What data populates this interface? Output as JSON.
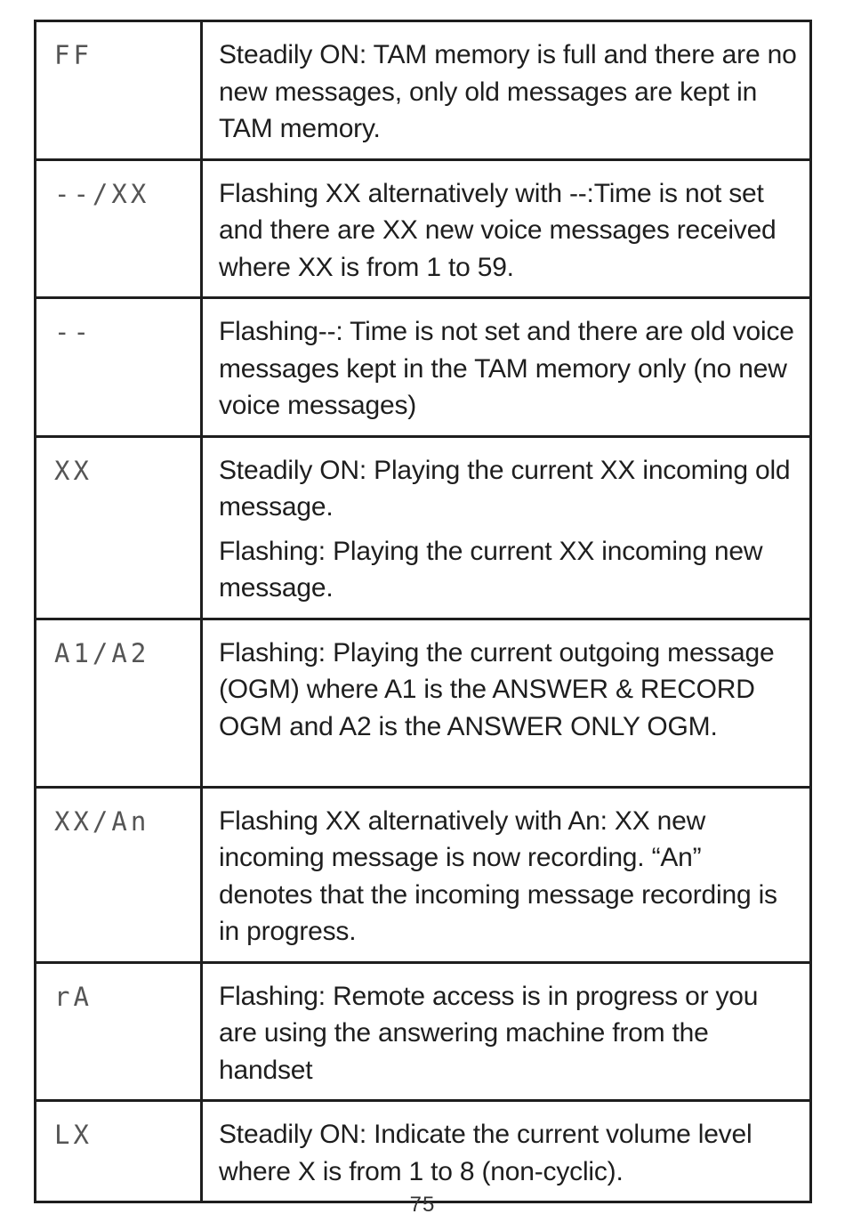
{
  "table": {
    "rows": [
      {
        "code": "FF",
        "lines": [
          "Steadily ON: TAM memory is full and there are no new messages, only old messages are kept in TAM memory."
        ]
      },
      {
        "code": "--/XX",
        "lines": [
          "Flashing XX alternatively with --:Time is not set and there are XX new voice messages received where XX is from 1 to 59."
        ]
      },
      {
        "code": "--",
        "lines": [
          "Flashing--: Time is not set and there are old voice messages kept in the TAM memory only (no new voice messages)"
        ]
      },
      {
        "code": "XX",
        "lines": [
          "Steadily ON: Playing the current XX incoming old message.",
          "Flashing: Playing the current XX incoming new message."
        ]
      },
      {
        "code": "A1/A2",
        "lines": [
          "Flashing: Playing the current outgoing message (OGM) where A1 is the ANSWER & RECORD OGM and A2 is the ANSWER ONLY OGM."
        ]
      },
      {
        "code": "XX/An",
        "lines": [
          "Flashing XX alternatively with An: XX new incoming message is now recording. “An” denotes that the incoming message recording is in progress."
        ]
      },
      {
        "code": "rA",
        "lines": [
          "Flashing: Remote access is in progress or you are using the answering machine from the handset"
        ]
      },
      {
        "code": "LX",
        "lines": [
          "Steadily ON: Indicate the current volume level where X is from 1 to 8 (non-cyclic)."
        ]
      }
    ]
  },
  "page_number": "75"
}
